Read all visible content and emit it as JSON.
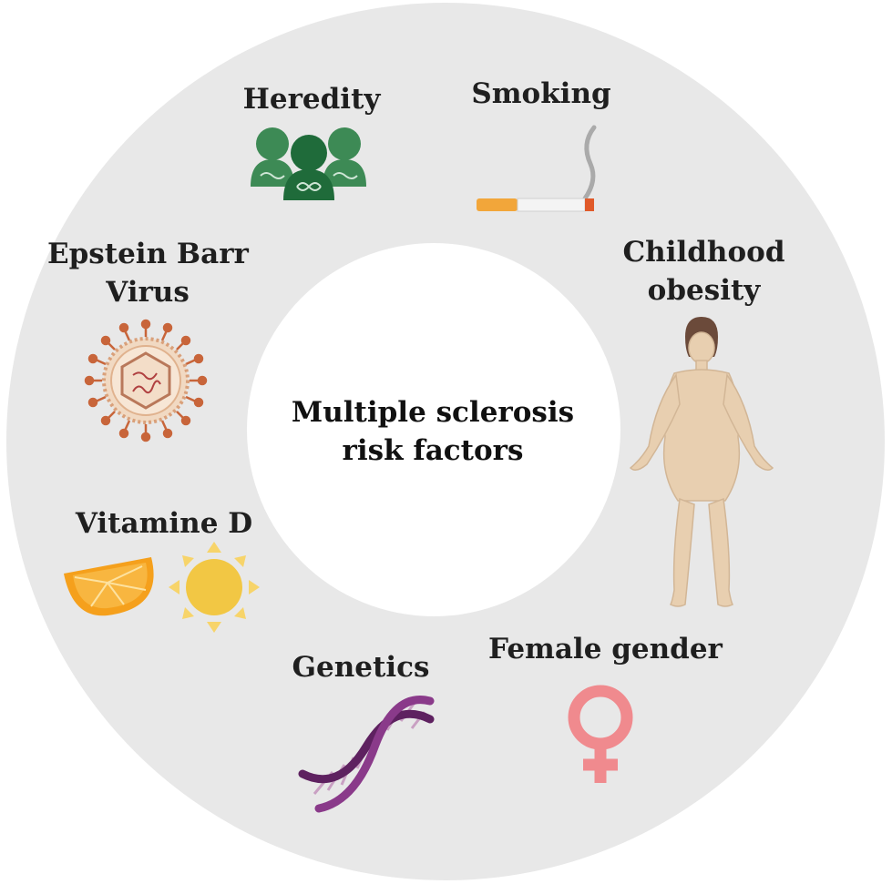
{
  "center": {
    "line1": "Multiple sclerosis",
    "line2": "risk factors"
  },
  "factors": {
    "heredity": "Heredity",
    "smoking": "Smoking",
    "childhood_obesity_line1": "Childhood",
    "childhood_obesity_line2": "obesity",
    "epstein_barr_line1": "Epstein Barr",
    "epstein_barr_line2": "Virus",
    "vitamin_d": "Vitamine D",
    "genetics": "Genetics",
    "female_gender": "Female gender"
  },
  "colors": {
    "ring": "#e8e8e8",
    "heredity_green": "#2e7d4a",
    "female_symbol": "#f08a8e",
    "orange": "#f5a01c",
    "sun": "#f2c744",
    "dna": "#7a2f6e",
    "virus": "#c8653a"
  }
}
